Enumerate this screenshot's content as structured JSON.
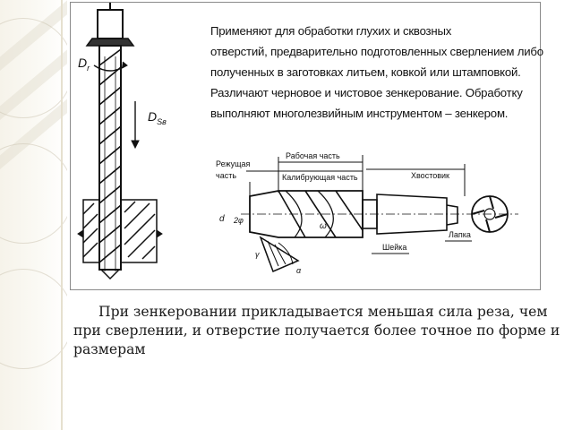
{
  "figure": {
    "text_lines": [
      "Применяют для обработки глухих и сквозных",
      "отверстий, предварительно подготовленных сверлением либо",
      "полученных в заготовках литьем, ковкой или штамповкой.",
      "Различают черновое и чистовое зенкерование. Обработку",
      "выполняют многолезвийным инструментом – зенкером."
    ],
    "left_labels": {
      "dr": "D",
      "dr_sub": "r",
      "ds": "D",
      "ds_sub": "Sв"
    },
    "right_labels": {
      "cutting_part_1": "Режущая",
      "cutting_part_2": "часть",
      "working_part": "Рабочая часть",
      "calibrating_part": "Калибрующая часть",
      "shank": "Хвостовик",
      "neck": "Шейка",
      "tang": "Лапка",
      "d": "d",
      "twophi": "2φ",
      "omega": "ω",
      "gamma": "γ",
      "alpha": "α"
    }
  },
  "caption": {
    "text": "При зенкеровании прикладывается меньшая сила реза, чем при сверлении, и отверстие получается более точное по форме и размерам"
  }
}
